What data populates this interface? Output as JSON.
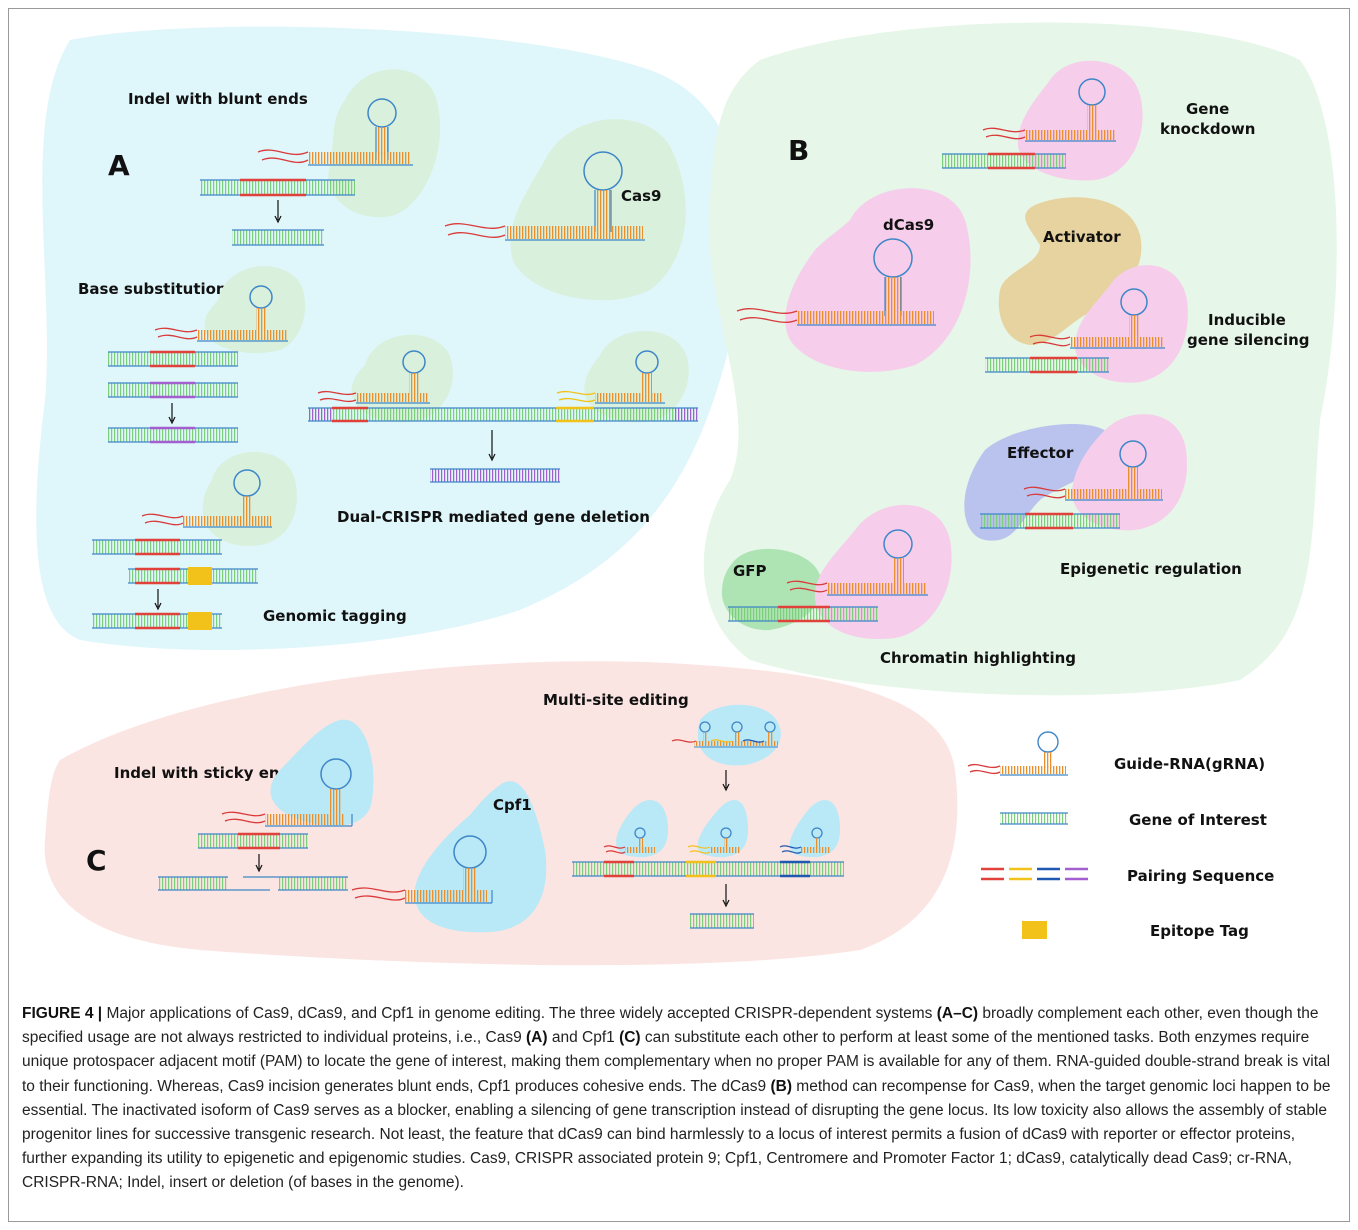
{
  "panels": {
    "A": {
      "letter": "A",
      "labels": {
        "indel_blunt": "Indel with blunt ends",
        "cas9": "Cas9",
        "base_sub": "Base substitution",
        "dual": "Dual-CRISPR mediated gene deletion",
        "tagging": "Genomic tagging"
      }
    },
    "B": {
      "letter": "B",
      "labels": {
        "knockdown_1": "Gene",
        "knockdown_2": "knockdown",
        "dcas9": "dCas9",
        "activator": "Activator",
        "inducible_1": "Inducible",
        "inducible_2": "gene silencing",
        "effector": "Effector",
        "epigenetic": "Epigenetic regulation",
        "gfp": "GFP",
        "chromatin": "Chromatin highlighting"
      }
    },
    "C": {
      "letter": "C",
      "labels": {
        "multi": "Multi-site editing",
        "sticky": "Indel with sticky ends",
        "cpf1": "Cpf1"
      }
    }
  },
  "legend": {
    "grna": "Guide-RNA(gRNA)",
    "gene": "Gene of Interest",
    "pairing": "Pairing Sequence",
    "epitope": "Epitope Tag"
  },
  "colors": {
    "panel_a_bg": "#dff6fb",
    "panel_b_bg": "#e6f6e8",
    "panel_c_bg": "#fbe5e2",
    "cas9_blob": "#d9f0dd",
    "dcas9_blob": "#f6cdea",
    "cpf1_blob": "#b9e8f7",
    "activator": "#e6d39f",
    "effector": "#b9c3ee",
    "gfp": "#aee3b4",
    "rna_stem": "#e8902e",
    "rna_tail": "#d93a3a",
    "dna_rungs": "#7ccf7a",
    "dna_strand": "#3e86c8",
    "pair_red": "#e0413a",
    "pair_yellow": "#f3c21a",
    "pair_blue": "#1f58b0",
    "pair_purple": "#a35fd0",
    "tag": "#f3c21a"
  },
  "caption": {
    "label": "FIGURE 4 |",
    "text": [
      " Major applications of Cas9, dCas9, and Cpf1 in genome editing. The three widely accepted CRISPR-dependent systems ",
      "(A–C)",
      " broadly complement each other, even though the specified usage are not always restricted to individual proteins, i.e., Cas9 ",
      "(A)",
      " and Cpf1 ",
      "(C)",
      " can substitute each other to perform at least some of the mentioned tasks. Both enzymes require unique protospacer adjacent motif (PAM) to locate the gene of interest, making them complementary when no proper PAM is available for any of them. RNA-guided double-strand break is vital to their functioning. Whereas, Cas9 incision generates blunt ends, Cpf1 produces cohesive ends. The dCas9 ",
      "(B)",
      " method can recompense for Cas9, when the target genomic loci happen to be essential. The inactivated isoform of Cas9 serves as a blocker, enabling a silencing of gene transcription instead of disrupting the gene locus. Its low toxicity also allows the assembly of stable progenitor lines for successive transgenic research. Not least, the feature that dCas9 can bind harmlessly to a locus of interest permits a fusion of dCas9 with reporter or effector proteins, further expanding its utility to epigenetic and epigenomic studies. Cas9, CRISPR associated protein 9; Cpf1, Centromere and Promoter Factor 1; dCas9, catalytically dead Cas9; cr-RNA, CRISPR-RNA; Indel, insert or deletion (of bases in the genome)."
    ]
  }
}
